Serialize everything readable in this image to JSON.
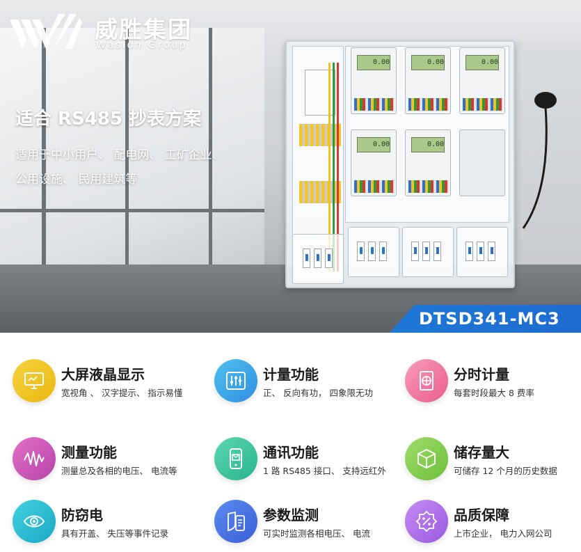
{
  "brand": {
    "name_cn": "威胜集团",
    "name_en": "Wasion Group"
  },
  "hero": {
    "headline": "适合 RS485 抄表方案",
    "subline_1": "适用于中小用户、 配电网、 工矿企业、",
    "subline_2": "公用设施、 民用建筑等",
    "model": "DTSD341-MC3",
    "meter_reading": "0.00"
  },
  "colors": {
    "accent_blue": "#1e6bd0",
    "text_dark": "#1a1a1a"
  },
  "features": [
    {
      "title": "大屏液晶显示",
      "desc": "宽视角 、 汉字提示、 指示易懂",
      "icon": "monitor-icon",
      "color": "#f0c425"
    },
    {
      "title": "计量功能",
      "desc": "正、 反向有功， 四象限无功",
      "icon": "sliders-icon",
      "color": "#3fa6e8"
    },
    {
      "title": "分时计量",
      "desc": "每套时段最大 8 费率",
      "icon": "document-globe-icon",
      "color": "#f07aa2"
    },
    {
      "title": "测量功能",
      "desc": "测量总及各相的电压、 电流等",
      "icon": "waveform-icon",
      "color": "#cc59b8"
    },
    {
      "title": "通讯功能",
      "desc": "1 路 RS485 接口、 支持远红外",
      "icon": "phone-mail-icon",
      "color": "#42c6a0"
    },
    {
      "title": "储存量大",
      "desc": "可储存 12 个月的历史数据",
      "icon": "cube-icon",
      "color": "#86cd52"
    },
    {
      "title": "防窃电",
      "desc": "具有开盖、 失压等事件记录",
      "icon": "eye-icon",
      "color": "#2fbcd2"
    },
    {
      "title": "参数监测",
      "desc": "可实时监测各相电压、 电流",
      "icon": "shield-phone-icon",
      "color": "#4a75e3"
    },
    {
      "title": "品质保障",
      "desc": "上市企业， 电力入网公司",
      "icon": "quality-badge-icon",
      "color": "#b072ea"
    }
  ]
}
